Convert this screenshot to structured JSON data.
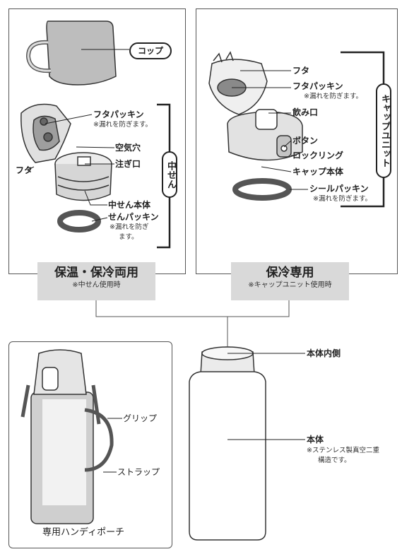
{
  "cup": {
    "label": "コップ"
  },
  "stopper": {
    "vertical_label": "中せん",
    "lid": "フタ",
    "lid_packing": "フタパッキン",
    "lid_packing_note": "※漏れを防ぎます。",
    "air_hole": "空気穴",
    "spout": "注ぎ口",
    "body": "中せん本体",
    "packing": "せんパッキン",
    "packing_note_1": "※漏れを防ぎ",
    "packing_note_2": "ます。"
  },
  "cap_unit": {
    "vertical_label": "キャップユニット",
    "lid": "フタ",
    "lid_packing": "フタパッキン",
    "lid_packing_note": "※漏れを防ぎます。",
    "mouth": "飲み口",
    "button": "ボタン",
    "lock_ring": "ロックリング",
    "cap_body": "キャップ本体",
    "seal_packing": "シールパッキン",
    "seal_packing_note": "※漏れを防ぎます。"
  },
  "modes": {
    "warm_cold_title": "保温・保冷両用",
    "warm_cold_note": "※中せん使用時",
    "cold_title": "保冷専用",
    "cold_note": "※キャップユニット使用時"
  },
  "pouch": {
    "grip": "グリップ",
    "strap": "ストラップ",
    "caption": "専用ハンディポーチ"
  },
  "bottle": {
    "inner": "本体内側",
    "body": "本体",
    "note_1": "※ステンレス製真空二重",
    "note_2": "構造です。"
  }
}
